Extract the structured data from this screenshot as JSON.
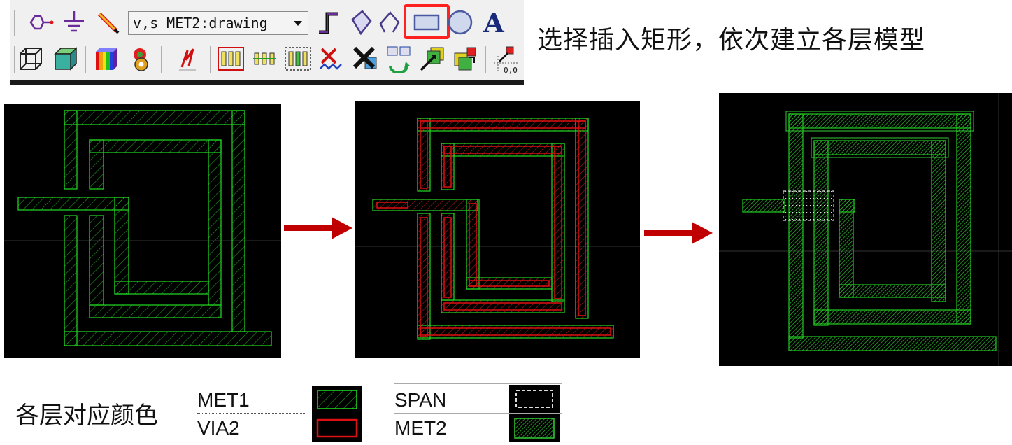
{
  "toolbar": {
    "layer_select_value": "v,s MET2:drawing",
    "row1_icons": [
      "pin-icon",
      "ground-icon",
      "pencil-icon",
      "path-icon",
      "polygon-icon",
      "polyline-icon",
      "rectangle-icon",
      "circle-icon",
      "text-icon"
    ],
    "row2_icons": [
      "wireframe-cube-icon",
      "solid-cube-icon",
      "rainbow-cube-icon",
      "layer-gear-icon",
      "logo-icon",
      "resistor-array-icon",
      "via-array-icon",
      "selected-array-icon",
      "delete-wave-icon",
      "cross-pattern-icon",
      "sync-icon",
      "stack-arrow-icon",
      "copy-layers-icon",
      "origin-icon"
    ],
    "origin_label": "0,0",
    "highlighted_tool": "rectangle-icon"
  },
  "instruction": "选择插入矩形，依次建立各层模型",
  "legend": {
    "title": "各层对应颜色",
    "entries": [
      {
        "label": "MET1",
        "style": "green-hatch"
      },
      {
        "label": "VIA2",
        "style": "red-outline"
      },
      {
        "label": "SPAN",
        "style": "white-dashed"
      },
      {
        "label": "MET2",
        "style": "dense-green-hatch"
      }
    ]
  },
  "colors": {
    "met1": "#22dd22",
    "via2": "#dd1111",
    "span": "#cccccc",
    "met2": "#33cc33",
    "arrow": "#c00000",
    "highlight": "#ff2020"
  }
}
